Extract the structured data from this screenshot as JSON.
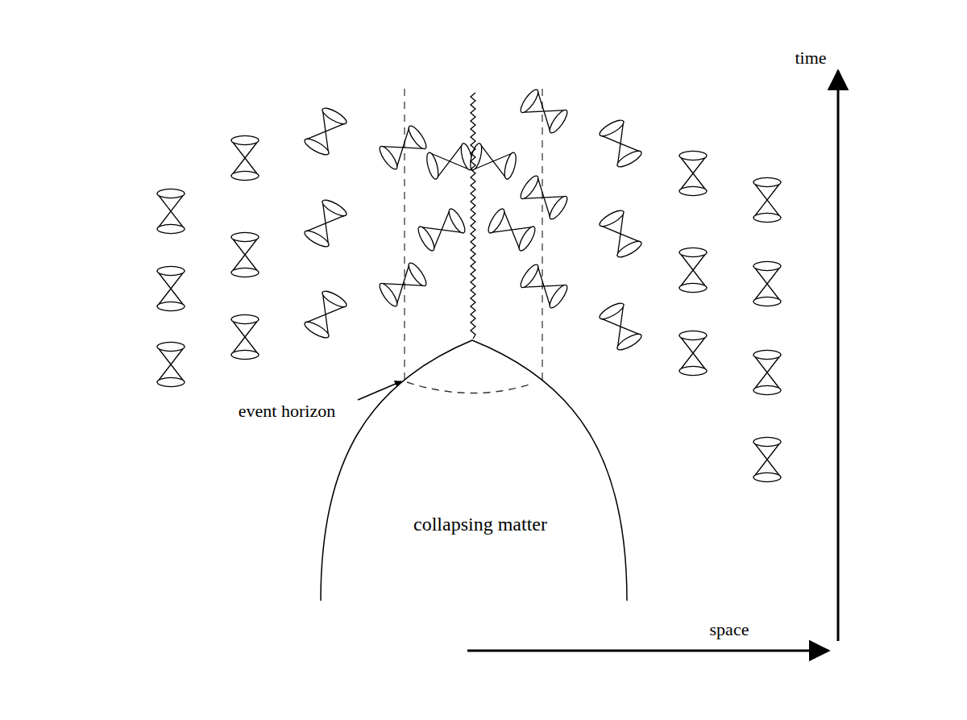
{
  "diagram": {
    "nodes": [
      {
        "text": [
          "collapsing matter"
        ]
      }
    ],
    "labels": [
      "event horizon",
      "time",
      "space"
    ]
  }
}
